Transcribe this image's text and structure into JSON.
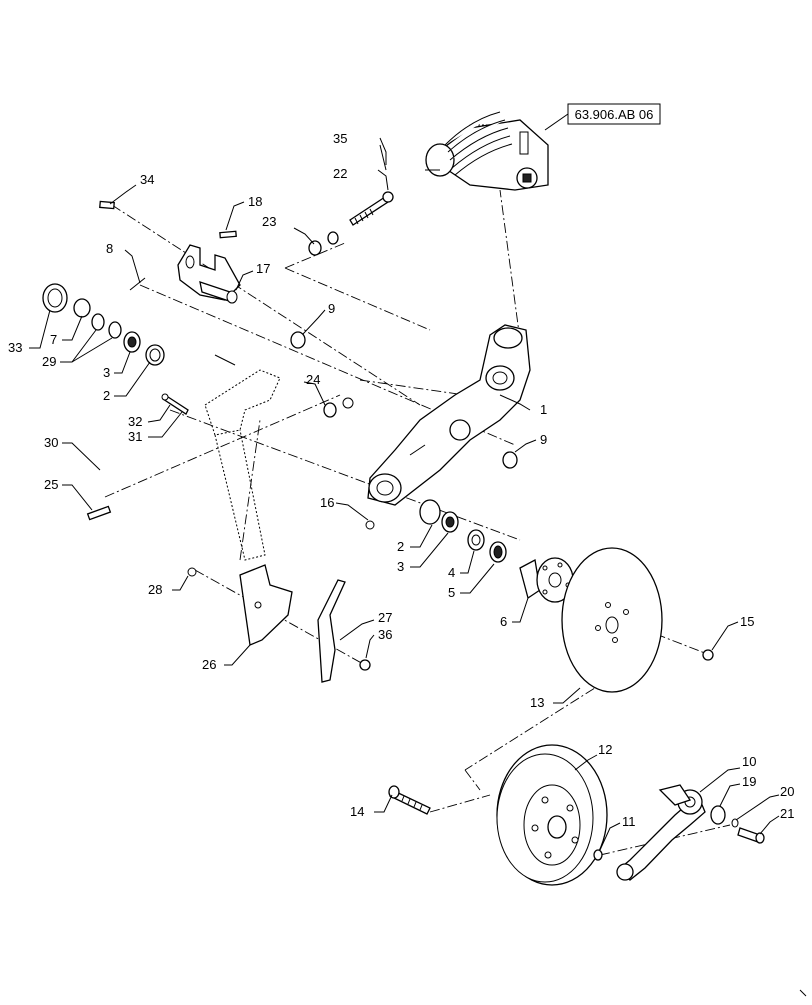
{
  "reference": {
    "label": "63.906.AB 06"
  },
  "callouts": [
    {
      "id": "c1",
      "label": "1"
    },
    {
      "id": "c2a",
      "label": "2"
    },
    {
      "id": "c2b",
      "label": "2"
    },
    {
      "id": "c3a",
      "label": "3"
    },
    {
      "id": "c3b",
      "label": "3"
    },
    {
      "id": "c4",
      "label": "4"
    },
    {
      "id": "c5",
      "label": "5"
    },
    {
      "id": "c6",
      "label": "6"
    },
    {
      "id": "c7",
      "label": "7"
    },
    {
      "id": "c8",
      "label": "8"
    },
    {
      "id": "c9a",
      "label": "9"
    },
    {
      "id": "c9b",
      "label": "9"
    },
    {
      "id": "c10",
      "label": "10"
    },
    {
      "id": "c11",
      "label": "11"
    },
    {
      "id": "c12",
      "label": "12"
    },
    {
      "id": "c13",
      "label": "13"
    },
    {
      "id": "c14",
      "label": "14"
    },
    {
      "id": "c15",
      "label": "15"
    },
    {
      "id": "c16",
      "label": "16"
    },
    {
      "id": "c17",
      "label": "17"
    },
    {
      "id": "c18",
      "label": "18"
    },
    {
      "id": "c19",
      "label": "19"
    },
    {
      "id": "c20",
      "label": "20"
    },
    {
      "id": "c21",
      "label": "21"
    },
    {
      "id": "c22",
      "label": "22"
    },
    {
      "id": "c23",
      "label": "23"
    },
    {
      "id": "c24",
      "label": "24"
    },
    {
      "id": "c25",
      "label": "25"
    },
    {
      "id": "c26",
      "label": "26"
    },
    {
      "id": "c27",
      "label": "27"
    },
    {
      "id": "c28",
      "label": "28"
    },
    {
      "id": "c29",
      "label": "29"
    },
    {
      "id": "c30",
      "label": "30"
    },
    {
      "id": "c31",
      "label": "31"
    },
    {
      "id": "c32",
      "label": "32"
    },
    {
      "id": "c33",
      "label": "33"
    },
    {
      "id": "c34",
      "label": "34"
    },
    {
      "id": "c35",
      "label": "35"
    },
    {
      "id": "c36",
      "label": "36"
    }
  ]
}
